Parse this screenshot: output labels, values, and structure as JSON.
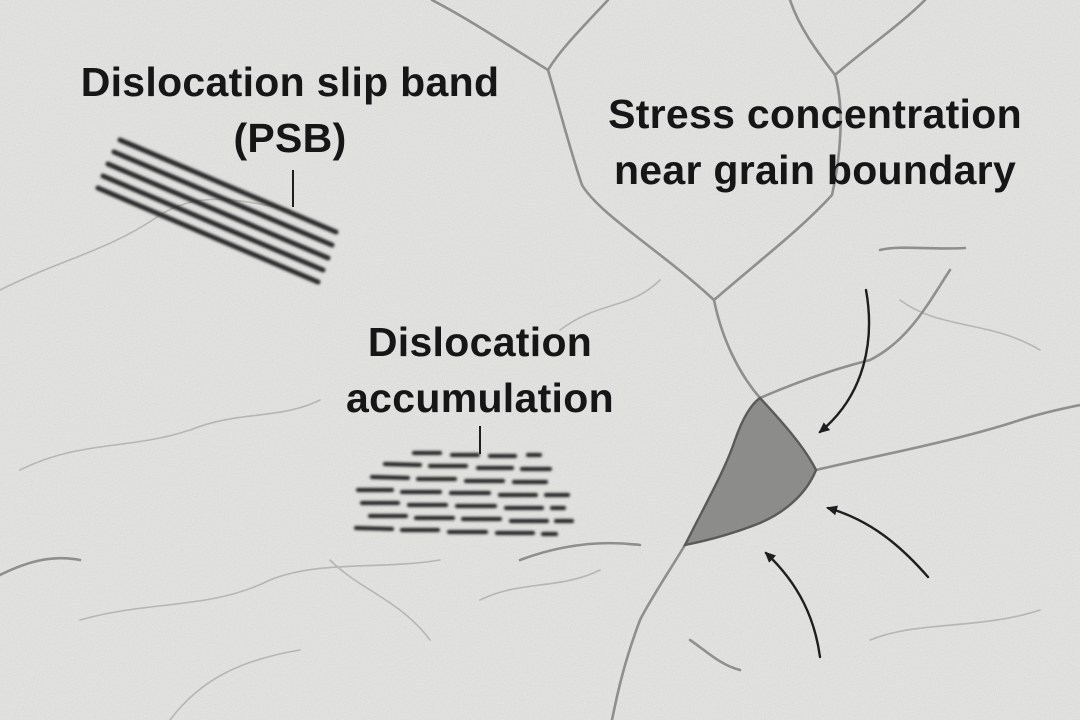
{
  "labels": {
    "slip_band": {
      "line1": "Dislocation slip band",
      "line2": "(PSB)"
    },
    "accumulation": {
      "line1": "Dislocation",
      "line2": "accumulation"
    },
    "stress": {
      "line1": "Stress concentration",
      "line2": "near grain boundary"
    }
  },
  "colors": {
    "background": "#e4e4e2",
    "grain_boundary": "#8f8f8d",
    "dislocation": "#2a2a2a",
    "stress_zone": "#8c8c8a",
    "arrow": "#1e1e1e",
    "text": "#161616"
  }
}
